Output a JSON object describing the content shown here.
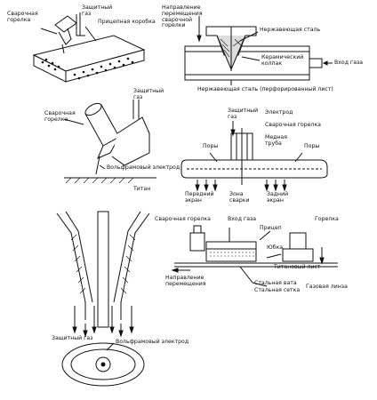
{
  "panel1": {
    "torch": "Сварочная\nгорелка",
    "shield_gas": "Защитный\nгаз",
    "trailing_box": "Прицепная коробка"
  },
  "panel2": {
    "direction": "Направление\nперемещения\nсварочной\nгорелки",
    "stainless_top": "Нержавеющая сталь",
    "ceramic_nozzle": "Керамический\nколпак",
    "gas_inlet": "Вход газа",
    "stainless_bottom": "Нержавеющая сталь (перфорированный лист)"
  },
  "panel3": {
    "torch": "Сварочная\nгорелка",
    "shield_gas": "Защитный\nгаз",
    "tungsten": "Вольфрамовый электрод",
    "titanium": "Титан"
  },
  "panel4": {
    "shield_gas": "Защитный\nгаз",
    "electrode": "Электрод",
    "torch": "Сварочная горелка",
    "copper_tube": "Медная\nтруба",
    "pores_left": "Поры",
    "pores_right": "Поры",
    "front_screen": "Передний\nэкран",
    "weld_zone": "Зона\nсварки",
    "rear_screen": "Задний\nэкран"
  },
  "panel5": {
    "shield_gas": "Защитный газ",
    "tungsten": "Вольфрамовый электрод"
  },
  "panel6": {
    "torch_left": "Сварочная горелка",
    "gas_inlet": "Вход газа",
    "trailer": "Прицеп",
    "torch_right": "Горелка",
    "skirt": "Юбка",
    "titanium_sheet": "Титановый лист",
    "direction": "Направление\nперемещения",
    "steel_wool": "Стальная вата",
    "steel_mesh": "Стальная сетка",
    "gas_lens": "Газовая линза"
  }
}
